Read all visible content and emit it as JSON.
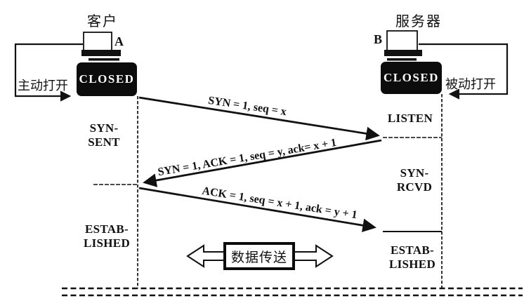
{
  "colors": {
    "ink": "#111111",
    "background": "#ffffff",
    "state_box_bg": "#0c0c0c",
    "state_box_text": "#ffffff"
  },
  "client": {
    "role_label": "客户",
    "host_label": "A",
    "icon": "computer-icon",
    "open_action": "主动打开",
    "state_closed": "CLOSED",
    "state_syn_sent_line1": "SYN-",
    "state_syn_sent_line2": "SENT",
    "state_established_line1": "ESTAB-",
    "state_established_line2": "LISHED"
  },
  "server": {
    "role_label": "服务器",
    "host_label": "B",
    "icon": "computer-icon",
    "open_action": "被动打开",
    "state_closed": "CLOSED",
    "state_listen": "LISTEN",
    "state_syn_rcvd_line1": "SYN-",
    "state_syn_rcvd_line2": "RCVD",
    "state_established_line1": "ESTAB-",
    "state_established_line2": "LISHED"
  },
  "messages": [
    {
      "label": "SYN = 1, seq = x",
      "from": "A",
      "to": "B"
    },
    {
      "label": "SYN = 1, ACK = 1, seq = y, ack= x + 1",
      "from": "B",
      "to": "A"
    },
    {
      "label": "ACK = 1, seq = x + 1, ack = y + 1",
      "from": "A",
      "to": "B"
    }
  ],
  "data_transfer": {
    "label": "数据传送",
    "left_icon": "hollow-arrow-left-icon",
    "right_icon": "hollow-arrow-right-icon"
  }
}
